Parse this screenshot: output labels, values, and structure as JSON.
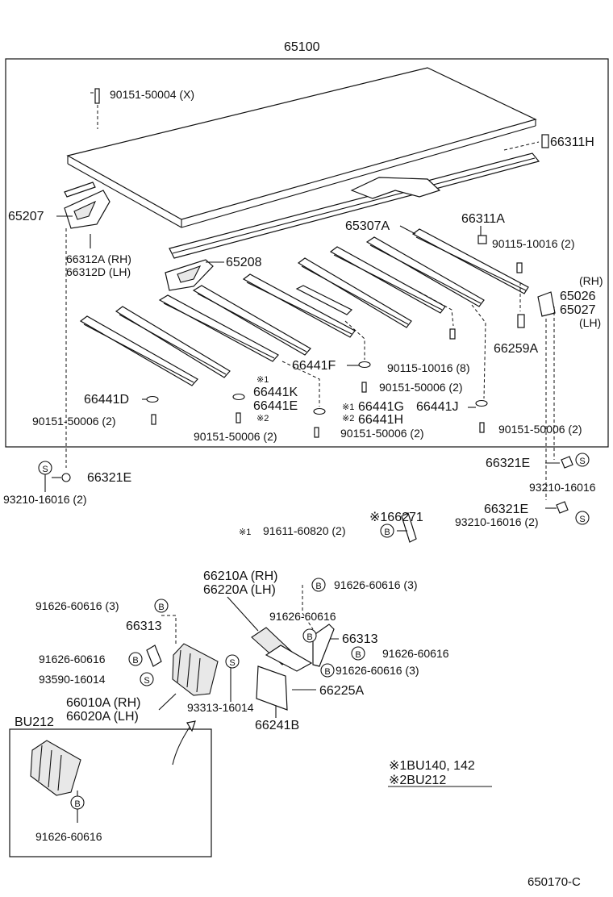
{
  "labels": {
    "main": "65100",
    "screw_top": "90151-50004 (X)",
    "p66311H": "66311H",
    "p65207": "65207",
    "p66312A": "66312A (RH)",
    "p66312D": "66312D (LH)",
    "p65208": "65208",
    "p65307A": "65307A",
    "p66311A": "66311A",
    "bolt_a": "90115-10016 (2)",
    "rh": "(RH)",
    "p65026": "65026",
    "p65027": "65027",
    "lh": "(LH)",
    "p66259A": "66259A",
    "bolt_b": "90115-10016 (8)",
    "p66441F": "66441F",
    "screw_f": "90151-50006 (2)",
    "star1_k": "※1",
    "p66441K": "66441K",
    "p66441E": "66441E",
    "star2_e": "※2",
    "p66441D": "66441D",
    "screw_d": "90151-50006 (2)",
    "screw_e": "90151-50006 (2)",
    "star1_g": "※1",
    "p66441G": "66441G",
    "p66441J": "66441J",
    "star2_h": "※2",
    "p66441H": "66441H",
    "screw_h": "90151-50006 (2)",
    "screw_j": "90151-50006 (2)",
    "p66321E_l": "66321E",
    "nut_l": "93210-16016 (2)",
    "p66321E_r1": "66321E",
    "nut_r1": "93210-16016",
    "p66321E_r2": "66321E",
    "nut_r2": "93210-16016 (2)",
    "p66271": "※166271",
    "bolt_66271_star": "※1",
    "bolt_66271": "91611-60820 (2)",
    "p66210A": "66210A (RH)",
    "p66220A": "66220A (LH)",
    "b_91626_3a": "91626-60616 (3)",
    "b_91626_3l": "91626-60616 (3)",
    "p66313_l": "66313",
    "b_91626_l": "91626-60616",
    "s_93590": "93590-16014",
    "p66010A": "66010A (RH)",
    "p66020A": "66020A (LH)",
    "bu212": "BU212",
    "s_93313": "93313-16014",
    "b_91626_m": "91626-60616",
    "p66313_r": "66313",
    "b_91626_r": "91626-60616",
    "b_91626_3r": "91626-60616 (3)",
    "p66225A": "66225A",
    "p66241B": "66241B",
    "b_91626_inset": "91626-60616",
    "note1": "※1BU140, 142",
    "note2": "※2BU212",
    "ref": "650170-C",
    "sym_b": "B",
    "sym_s": "S"
  },
  "colors": {
    "line": "#111111",
    "background": "#ffffff"
  }
}
